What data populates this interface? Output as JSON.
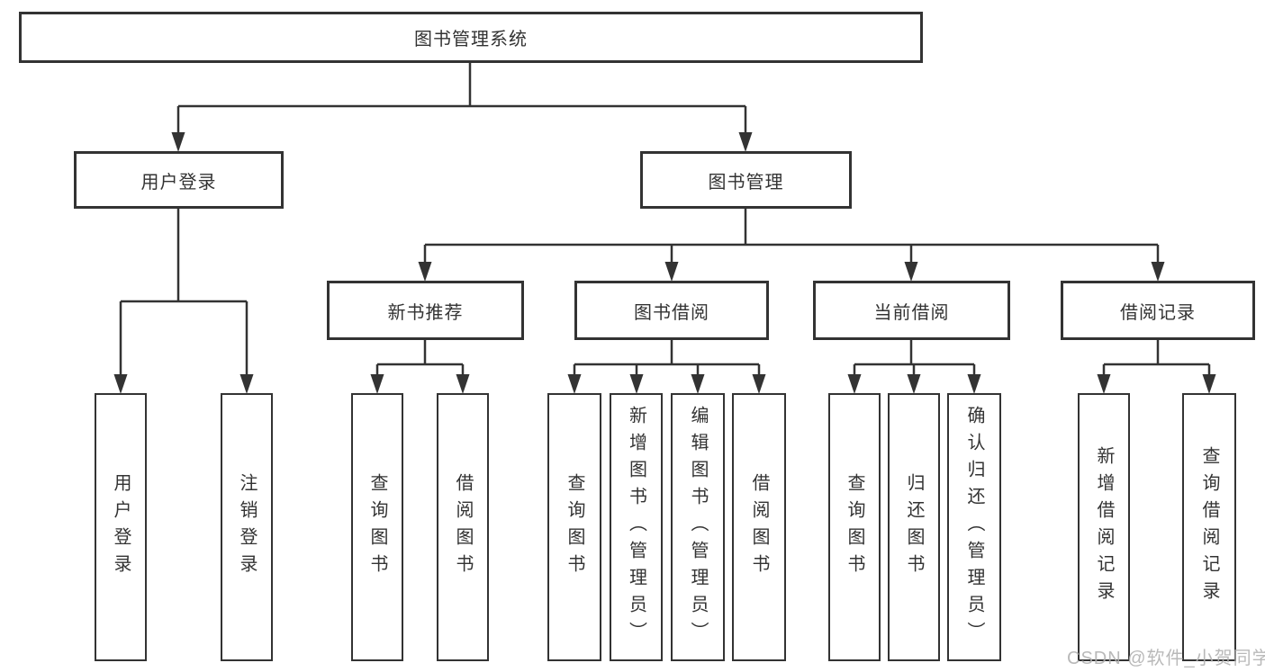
{
  "tree": {
    "root": "图书管理系统",
    "branches": [
      {
        "label": "用户登录",
        "leaves": [
          "用户登录",
          "注销登录"
        ]
      },
      {
        "label": "图书管理",
        "groups": [
          {
            "label": "新书推荐",
            "leaves": [
              "查询图书",
              "借阅图书"
            ]
          },
          {
            "label": "图书借阅",
            "leaves": [
              "查询图书",
              "新增图书（管理员）",
              "编辑图书（管理员）",
              "借阅图书"
            ]
          },
          {
            "label": "当前借阅",
            "leaves": [
              "查询图书",
              "归还图书",
              "确认归还（管理员）"
            ]
          },
          {
            "label": "借阅记录",
            "leaves": [
              "新增借阅记录",
              "查询借阅记录"
            ]
          }
        ]
      }
    ]
  },
  "watermark": "CSDN @软件_小贺同学",
  "colors": {
    "line": "#333333",
    "text": "#333333",
    "background": "#ffffff",
    "watermark": "#b0b0b0"
  }
}
